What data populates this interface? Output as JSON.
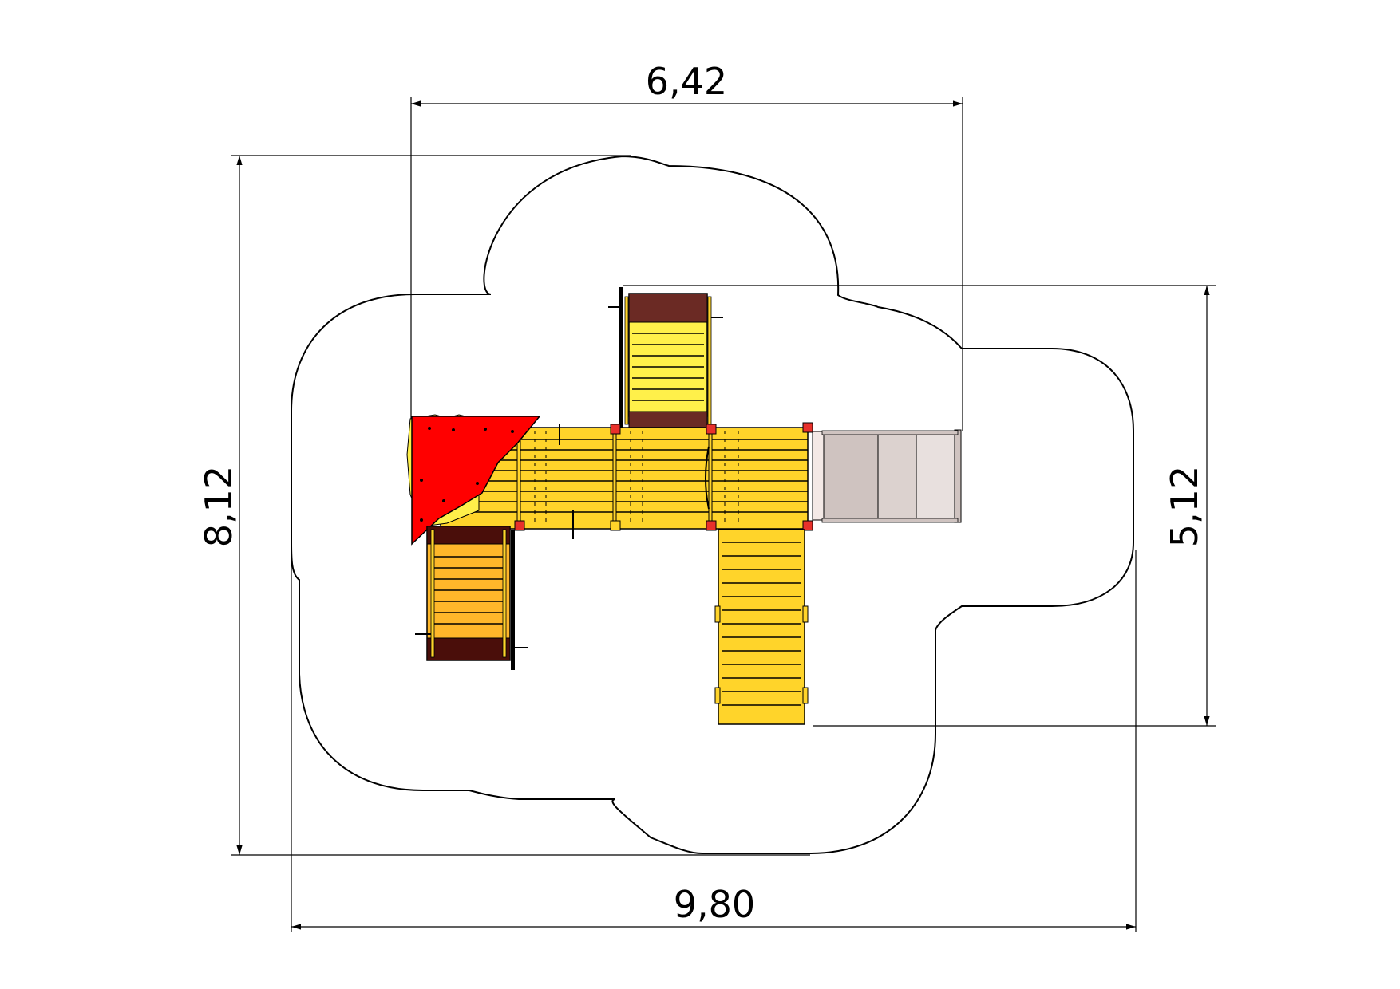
{
  "dimensions": {
    "top_width": "6,42",
    "bottom_width": "9,80",
    "left_height": "8,12",
    "right_height": "5,12"
  },
  "colors": {
    "deck_yellow": "#FFD42A",
    "ramp_yellow": "#FFF04A",
    "roof_red": "#FF0000",
    "post_red": "#E8312B",
    "brown": "#6B2A24",
    "dark_brown": "#4A0E0A",
    "slide_gray": "#CFC3C0",
    "orange_ramp": "#FFB72A"
  }
}
